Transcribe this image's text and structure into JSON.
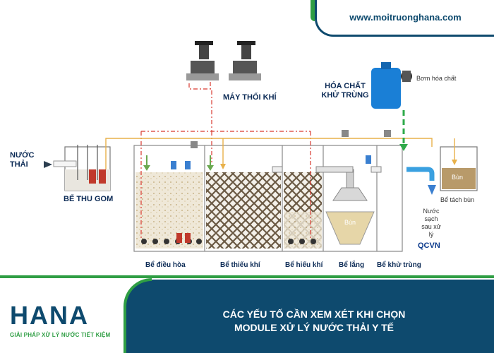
{
  "header": {
    "url": "www.moitruonghana.com"
  },
  "labels": {
    "nuoc_thai": "NƯỚC THẢI",
    "be_thu_gom": "BỂ THU GOM",
    "may_thoi_khi": "MÁY THỔI KHÍ",
    "hoa_chat": "HÓA CHẤT KHỬ TRÙNG",
    "bom_hoa_chat": "Bơm hóa chất",
    "bun_lang": "Bùn",
    "bun_tach": "Bùn",
    "be_tach_bun": "Bể tách bùn",
    "nuoc_sach": "Nước sạch sau xử lý",
    "qcvn": "QCVN",
    "be_dieu_hoa": "Bể điều hòa",
    "be_thieu_khi": "Bể thiếu khí",
    "be_hieu_khi": "Bể hiếu khí",
    "be_lang": "Bể lắng",
    "be_khu_trung": "Bể khử trùng"
  },
  "footer": {
    "logo": "HANA",
    "slogan": "GIẢI PHÁP XỬ LÝ NƯỚC TIẾT KIỆM",
    "title_line1": "CÁC YẾU TỐ CẦN XEM XÉT KHI CHỌN",
    "title_line2": "MODULE XỬ LÝ NƯỚC THẢI Y TẾ"
  },
  "colors": {
    "brand": "#0e4a6e",
    "accent": "#2f9e44",
    "air": "#d9382f",
    "water": "#e8b14a",
    "chem": "#2eaa4a"
  }
}
